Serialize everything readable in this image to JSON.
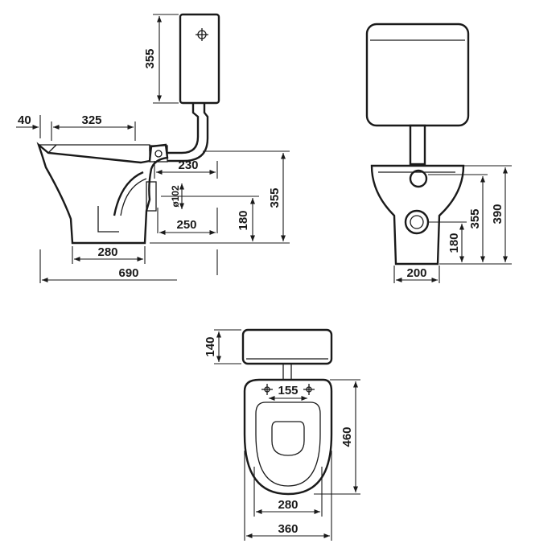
{
  "side_view": {
    "d_tank_height": "355",
    "d_rim_overhang": "40",
    "d_bowl_length": "325",
    "d_inlet_offset": "230",
    "d_outlet_diameter": "ø102",
    "d_outlet_offset": "250",
    "d_outlet_height": "180",
    "d_inlet_height": "355",
    "d_foot_length": "280",
    "d_overall_length": "690"
  },
  "front_view": {
    "d_inlet_height": "355",
    "d_total_height": "390",
    "d_outlet_height": "180",
    "d_foot_width": "200"
  },
  "top_view": {
    "d_tank_depth": "140",
    "d_bolt_spacing": "155",
    "d_bowl_length": "460",
    "d_inner_width": "280",
    "d_outer_width": "360"
  }
}
